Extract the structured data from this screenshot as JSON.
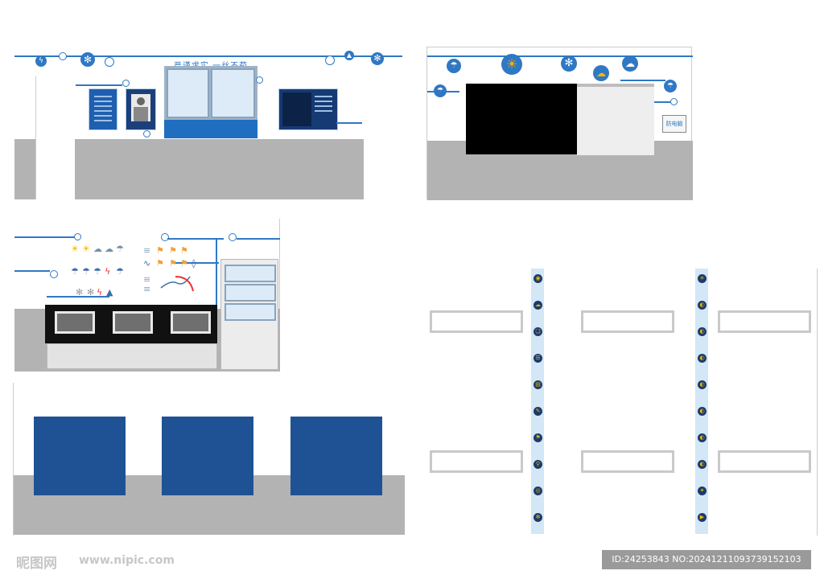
{
  "panel1": {
    "slogan": "严谨求实  一丝不苟"
  },
  "panel2": {
    "button_label": "防电脑"
  },
  "watermark": {
    "brand": "昵图网",
    "url": "www.nipic.com",
    "id_text": "ID:24253843 NO:20241211093739152103"
  },
  "icons": {
    "sun": "sun-icon",
    "cloud": "cloud-icon",
    "snow": "snowflake-icon",
    "rain": "rain-icon",
    "lightning": "lightning-icon"
  },
  "colors": {
    "accent": "#2f78c4",
    "board": "#1f5fb0",
    "navy_panel": "#1f5294",
    "floor": "#b3b3b3",
    "strip": "#d3e7f6"
  }
}
